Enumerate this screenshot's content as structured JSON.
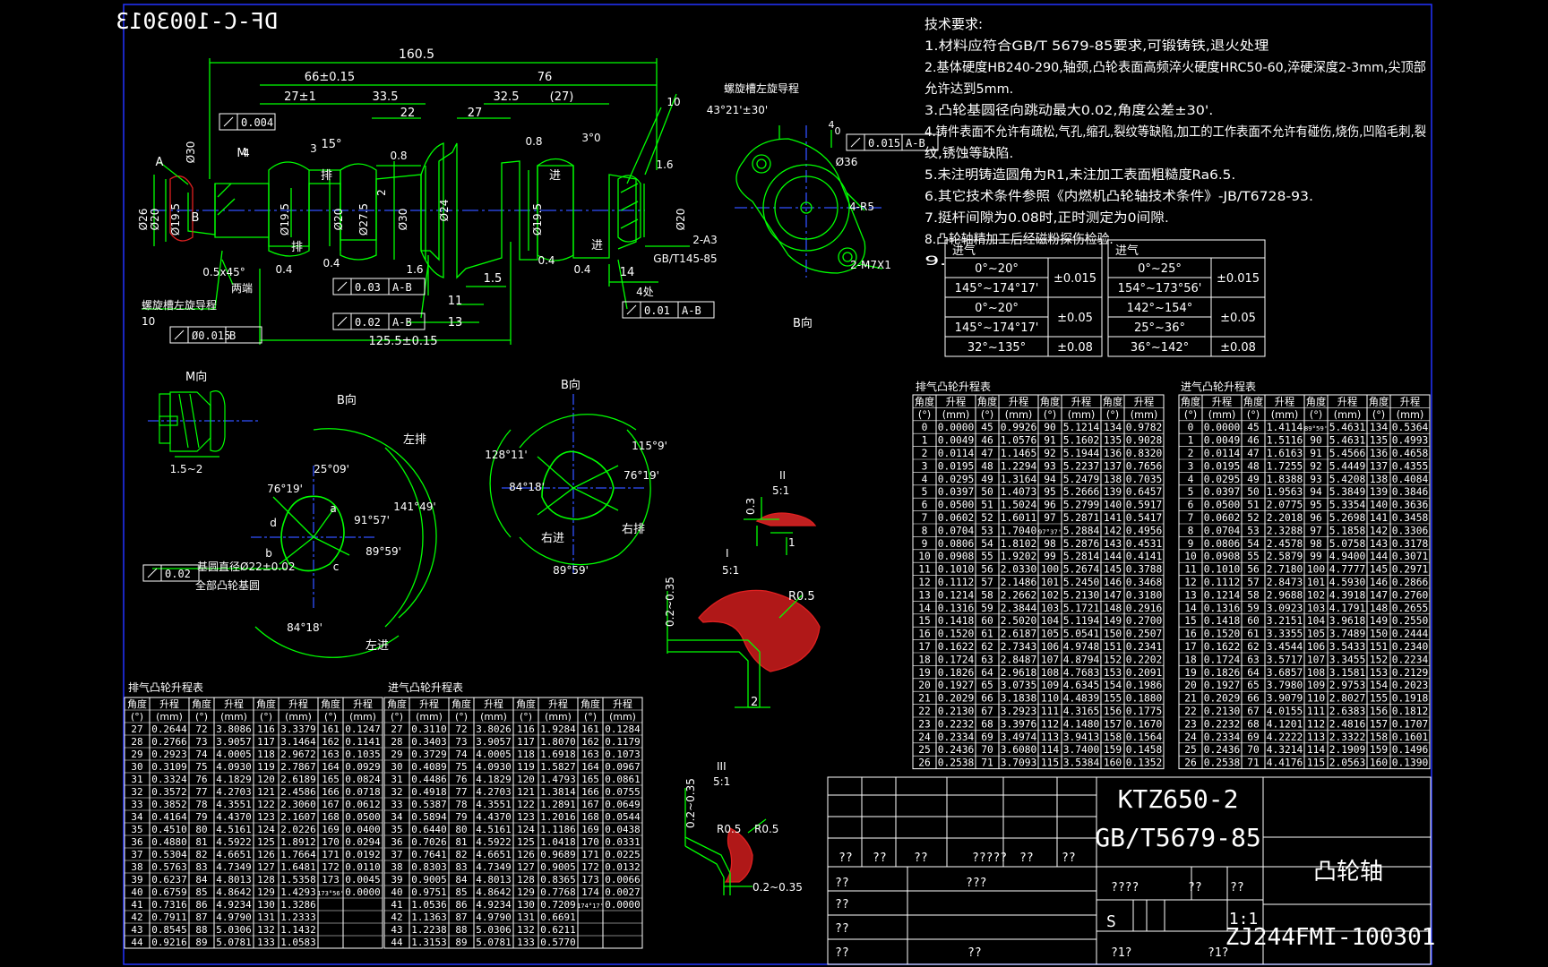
{
  "colors": {
    "background": "#000000",
    "frame": "#2233ff",
    "lines": "#00ff00",
    "text": "#ffffff",
    "section": "#e02020",
    "center": "#3050ff"
  },
  "drawing_number_top": "DF-C-1003013",
  "dims": {
    "d160": "160.5",
    "d66": "66±0.15",
    "d76": "76",
    "d27": "27±1",
    "d33": "33.5",
    "d32": "32.5",
    "d27p": "(27)",
    "d22": "22",
    "d27b": "27",
    "d125": "125.5±0.15",
    "d13": "13",
    "d11": "11",
    "d14": "14",
    "d1_5": "1.5",
    "d26": "Ø26",
    "d20": "Ø20",
    "d19": "Ø19.5",
    "d24": "Ø24",
    "d30": "Ø30",
    "d275": "Ø27.5",
    "d2": "2",
    "d0_4": "0.4",
    "d1_6": "1.6",
    "d15": "15°",
    "d0_5x45": "0.5x45°",
    "d3": "3",
    "d4": "4",
    "d0_8": "0.8",
    "d30b": "Ø30",
    "d10": "10",
    "d2a3": "2-A3",
    "d4r5": "4-R5",
    "d2m7": "2-M7X1",
    "d36": "Ø36",
    "d4chu": "4处",
    "ang43": "43°21'±30'",
    "d0pt": "0",
    "d1_5b": "1.5~2",
    "gbt": "GB/T145-85",
    "d4b": "4",
    "d3b": "3°0",
    "d16b": "1.6",
    "d1_6c": "1.6",
    "dA": "A",
    "dB": "B",
    "dM": "M"
  },
  "labels": {
    "helix_right": "螺旋槽左旋导程",
    "helix_left": "螺旋槽左旋导程",
    "liang": "两端",
    "lead10": "10",
    "lead10b": "10",
    "pai1": "排",
    "pai2": "排",
    "jin1": "进",
    "jin2": "进",
    "bview": "B向",
    "mview": "M向",
    "bview2": "B向",
    "bview3": "B向",
    "zuopai": "左排",
    "zuojin": "左进",
    "youjin": "右进",
    "youpai": "右排",
    "base_circle": "基圆直径Ø22±0.02",
    "all_cam": "全部凸轮基圆",
    "tol002": "0.02",
    "ii": "II",
    "ii_s": "5:1",
    "i": "I",
    "i_s": "5:1",
    "iii": "III",
    "iii_s": "5:1",
    "d03": "0.3",
    "d1": "1",
    "r05": "R0.5",
    "d02035": "0.2~0.35",
    "d2c": "2",
    "r05a": "R0.5",
    "r05b": "R0.5",
    "d02035b": "0.2~0.35",
    "d02035c": "0.2~0.35"
  },
  "angles": {
    "a25": "25°09'",
    "a76": "76°19'",
    "a91": "91°57'",
    "a89": "89°59'",
    "a141": "141°49'",
    "a84": "84°18'",
    "b128": "128°11'",
    "b115": "115°9'",
    "b84": "84°18'",
    "b76": "76°19'",
    "b89": "89°59'",
    "lb_a": "a",
    "lb_b": "b",
    "lb_c": "c",
    "lb_d": "d"
  },
  "fcf": {
    "f1_val": "0.004",
    "f2_val": "0.015",
    "f2_ref": "A-B",
    "f3_val": "0.03",
    "f3_ref": "A-B",
    "f4_val": "0.02",
    "f4_ref": "A-B",
    "f5_val": "0.01",
    "f5_ref": "A-B",
    "f6_val": "Ø0.015",
    "f6_ref": "B"
  },
  "tech_req": {
    "title": "技术要求:",
    "items": [
      "1.材料应符合GB/T 5679-85要求,可锻铸铁,退火处理",
      "2.基体硬度HB240-290,轴颈,凸轮表面高频淬火硬度HRC50-60,淬硬深度2-3mm,尖顶部",
      "允许达到5mm.",
      "3.凸轮基圆径向跳动最大0.02,角度公差±30'.",
      "4.铸件表面不允许有疏松,气孔,缩孔,裂纹等缺陷,加工的工作表面不允许有碰伤,烧伤,凹陷毛刺,裂",
      "纹,锈蚀等缺陷.",
      "5.未注明铸造圆角为R1,未注加工表面粗糙度Ra6.5.",
      "6.其它技术条件参照《内燃机凸轮轴技术条件》-JB/T6728-93.",
      "7.挺杆间隙为0.08时,正时测定为0间隙.",
      "8.凸轮轴精加工后经磁粉探伤检验.",
      "9."
    ]
  },
  "tol_tables": [
    {
      "title": "进气",
      "rows": [
        [
          "0°~20°",
          "±0.015"
        ],
        [
          "145°~174°17'",
          ""
        ],
        [
          "0°~20°",
          "±0.05"
        ],
        [
          "145°~174°17'",
          ""
        ],
        [
          "32°~135°",
          "±0.08"
        ]
      ]
    },
    {
      "title": "进气",
      "rows": [
        [
          "0°~25°",
          "±0.015"
        ],
        [
          "154°~173°56'",
          ""
        ],
        [
          "142°~154°",
          "±0.05"
        ],
        [
          "25°~36°",
          ""
        ],
        [
          "36°~142°",
          "±0.08"
        ]
      ]
    }
  ],
  "lift_header": [
    "角度",
    "升程",
    "角度",
    "升程",
    "角度",
    "升程",
    "角度",
    "升程"
  ],
  "lift_units": [
    "(°)",
    "(mm)",
    "(°)",
    "(mm)",
    "(°)",
    "(mm)",
    "(°)",
    "(mm)"
  ],
  "lift_tables": [
    {
      "title": "排气凸轮升程表",
      "rows": [
        [
          "0",
          "0.0000",
          "45",
          "0.9926",
          "90",
          "5.1214",
          "134",
          "0.9782"
        ],
        [
          "1",
          "0.0049",
          "46",
          "1.0576",
          "91",
          "5.1602",
          "135",
          "0.9028"
        ],
        [
          "2",
          "0.0114",
          "47",
          "1.1465",
          "92",
          "5.1944",
          "136",
          "0.8320"
        ],
        [
          "3",
          "0.0195",
          "48",
          "1.2294",
          "93",
          "5.2237",
          "137",
          "0.7656"
        ],
        [
          "4",
          "0.0295",
          "49",
          "1.3164",
          "94",
          "5.2479",
          "138",
          "0.7035"
        ],
        [
          "5",
          "0.0397",
          "50",
          "1.4073",
          "95",
          "5.2666",
          "139",
          "0.6457"
        ],
        [
          "6",
          "0.0500",
          "51",
          "1.5024",
          "96",
          "5.2799",
          "140",
          "0.5917"
        ],
        [
          "7",
          "0.0602",
          "52",
          "1.6011",
          "97",
          "5.2871",
          "141",
          "0.5417"
        ],
        [
          "8",
          "0.0704",
          "53",
          "1.7040",
          "97°37'",
          "5.2884",
          "142",
          "0.4956"
        ],
        [
          "9",
          "0.0806",
          "54",
          "1.8102",
          "98",
          "5.2876",
          "143",
          "0.4531"
        ],
        [
          "10",
          "0.0908",
          "55",
          "1.9202",
          "99",
          "5.2814",
          "144",
          "0.4141"
        ],
        [
          "11",
          "0.1010",
          "56",
          "2.0330",
          "100",
          "5.2674",
          "145",
          "0.3788"
        ],
        [
          "12",
          "0.1112",
          "57",
          "2.1486",
          "101",
          "5.2450",
          "146",
          "0.3468"
        ],
        [
          "13",
          "0.1214",
          "58",
          "2.2662",
          "102",
          "5.2130",
          "147",
          "0.3180"
        ],
        [
          "14",
          "0.1316",
          "59",
          "2.3844",
          "103",
          "5.1721",
          "148",
          "0.2916"
        ],
        [
          "15",
          "0.1418",
          "60",
          "2.5020",
          "104",
          "5.1194",
          "149",
          "0.2700"
        ],
        [
          "16",
          "0.1520",
          "61",
          "2.6187",
          "105",
          "5.0541",
          "150",
          "0.2507"
        ],
        [
          "17",
          "0.1622",
          "62",
          "2.7343",
          "106",
          "4.9748",
          "151",
          "0.2341"
        ],
        [
          "18",
          "0.1724",
          "63",
          "2.8487",
          "107",
          "4.8794",
          "152",
          "0.2202"
        ],
        [
          "19",
          "0.1826",
          "64",
          "2.9618",
          "108",
          "4.7683",
          "153",
          "0.2091"
        ],
        [
          "20",
          "0.1927",
          "65",
          "3.0735",
          "109",
          "4.6345",
          "154",
          "0.1986"
        ],
        [
          "21",
          "0.2029",
          "66",
          "3.1838",
          "110",
          "4.4839",
          "155",
          "0.1880"
        ],
        [
          "22",
          "0.2130",
          "67",
          "3.2923",
          "111",
          "4.3165",
          "156",
          "0.1775"
        ],
        [
          "23",
          "0.2232",
          "68",
          "3.3976",
          "112",
          "4.1480",
          "157",
          "0.1670"
        ],
        [
          "24",
          "0.2334",
          "69",
          "3.4974",
          "113",
          "3.9413",
          "158",
          "0.1564"
        ],
        [
          "25",
          "0.2436",
          "70",
          "3.6080",
          "114",
          "3.7400",
          "159",
          "0.1458"
        ],
        [
          "26",
          "0.2538",
          "71",
          "3.7093",
          "115",
          "3.5384",
          "160",
          "0.1352"
        ]
      ]
    },
    {
      "title": "进气凸轮升程表",
      "rows": [
        [
          "0",
          "0.0000",
          "45",
          "1.4114",
          "89°59'",
          "5.4631",
          "134",
          "0.5364"
        ],
        [
          "1",
          "0.0049",
          "46",
          "1.5116",
          "90",
          "5.4631",
          "135",
          "0.4993"
        ],
        [
          "2",
          "0.0114",
          "47",
          "1.6163",
          "91",
          "5.4566",
          "136",
          "0.4658"
        ],
        [
          "3",
          "0.0195",
          "48",
          "1.7255",
          "92",
          "5.4449",
          "137",
          "0.4355"
        ],
        [
          "4",
          "0.0295",
          "49",
          "1.8388",
          "93",
          "5.4208",
          "138",
          "0.4084"
        ],
        [
          "5",
          "0.0397",
          "50",
          "1.9563",
          "94",
          "5.3849",
          "139",
          "0.3846"
        ],
        [
          "6",
          "0.0500",
          "51",
          "2.0775",
          "95",
          "5.3354",
          "140",
          "0.3636"
        ],
        [
          "7",
          "0.0602",
          "52",
          "2.2018",
          "96",
          "5.2698",
          "141",
          "0.3458"
        ],
        [
          "8",
          "0.0704",
          "53",
          "2.3288",
          "97",
          "5.1858",
          "142",
          "0.3306"
        ],
        [
          "9",
          "0.0806",
          "54",
          "2.4578",
          "98",
          "5.0758",
          "143",
          "0.3178"
        ],
        [
          "10",
          "0.0908",
          "55",
          "2.5879",
          "99",
          "4.9400",
          "144",
          "0.3071"
        ],
        [
          "11",
          "0.1010",
          "56",
          "2.7180",
          "100",
          "4.7777",
          "145",
          "0.2971"
        ],
        [
          "12",
          "0.1112",
          "57",
          "2.8473",
          "101",
          "4.5930",
          "146",
          "0.2866"
        ],
        [
          "13",
          "0.1214",
          "58",
          "2.9688",
          "102",
          "4.3918",
          "147",
          "0.2760"
        ],
        [
          "14",
          "0.1316",
          "59",
          "3.0923",
          "103",
          "4.1791",
          "148",
          "0.2655"
        ],
        [
          "15",
          "0.1418",
          "60",
          "3.2151",
          "104",
          "3.9618",
          "149",
          "0.2550"
        ],
        [
          "16",
          "0.1520",
          "61",
          "3.3355",
          "105",
          "3.7489",
          "150",
          "0.2444"
        ],
        [
          "17",
          "0.1622",
          "62",
          "3.4544",
          "106",
          "3.5433",
          "151",
          "0.2340"
        ],
        [
          "18",
          "0.1724",
          "63",
          "3.5717",
          "107",
          "3.3455",
          "152",
          "0.2234"
        ],
        [
          "19",
          "0.1826",
          "64",
          "3.6857",
          "108",
          "3.1581",
          "153",
          "0.2129"
        ],
        [
          "20",
          "0.1927",
          "65",
          "3.7980",
          "109",
          "2.9753",
          "154",
          "0.2023"
        ],
        [
          "21",
          "0.2029",
          "66",
          "3.9079",
          "110",
          "2.8027",
          "155",
          "0.1918"
        ],
        [
          "22",
          "0.2130",
          "67",
          "4.0155",
          "111",
          "2.6383",
          "156",
          "0.1812"
        ],
        [
          "23",
          "0.2232",
          "68",
          "4.1201",
          "112",
          "2.4816",
          "157",
          "0.1707"
        ],
        [
          "24",
          "0.2334",
          "69",
          "4.2222",
          "113",
          "2.3322",
          "158",
          "0.1601"
        ],
        [
          "25",
          "0.2436",
          "70",
          "4.3214",
          "114",
          "2.1909",
          "159",
          "0.1496"
        ],
        [
          "26",
          "0.2538",
          "71",
          "4.4176",
          "115",
          "2.0563",
          "160",
          "0.1390"
        ]
      ]
    },
    {
      "title": "排气凸轮升程表",
      "rows": [
        [
          "27",
          "0.2644",
          "72",
          "3.8086",
          "116",
          "3.3379",
          "161",
          "0.1247"
        ],
        [
          "28",
          "0.2766",
          "73",
          "3.9057",
          "117",
          "3.1464",
          "162",
          "0.1141"
        ],
        [
          "29",
          "0.2923",
          "74",
          "4.0005",
          "118",
          "2.9672",
          "163",
          "0.1035"
        ],
        [
          "30",
          "0.3109",
          "75",
          "4.0930",
          "119",
          "2.7867",
          "164",
          "0.0929"
        ],
        [
          "31",
          "0.3324",
          "76",
          "4.1829",
          "120",
          "2.6189",
          "165",
          "0.0824"
        ],
        [
          "32",
          "0.3572",
          "77",
          "4.2703",
          "121",
          "2.4586",
          "166",
          "0.0718"
        ],
        [
          "33",
          "0.3852",
          "78",
          "4.3551",
          "122",
          "2.3060",
          "167",
          "0.0612"
        ],
        [
          "34",
          "0.4164",
          "79",
          "4.4370",
          "123",
          "2.1607",
          "168",
          "0.0500"
        ],
        [
          "35",
          "0.4510",
          "80",
          "4.5161",
          "124",
          "2.0226",
          "169",
          "0.0400"
        ],
        [
          "36",
          "0.4880",
          "81",
          "4.5922",
          "125",
          "1.8912",
          "170",
          "0.0294"
        ],
        [
          "37",
          "0.5304",
          "82",
          "4.6651",
          "126",
          "1.7664",
          "171",
          "0.0192"
        ],
        [
          "38",
          "0.5763",
          "83",
          "4.7349",
          "127",
          "1.6481",
          "172",
          "0.0110"
        ],
        [
          "39",
          "0.6237",
          "84",
          "4.8013",
          "128",
          "1.5358",
          "173",
          "0.0045"
        ],
        [
          "40",
          "0.6759",
          "85",
          "4.8642",
          "129",
          "1.4293",
          "173°56'",
          "0.0000"
        ],
        [
          "41",
          "0.7316",
          "86",
          "4.9234",
          "130",
          "1.3286",
          "",
          ""
        ],
        [
          "42",
          "0.7911",
          "87",
          "4.9790",
          "131",
          "1.2333",
          "",
          ""
        ],
        [
          "43",
          "0.8545",
          "88",
          "5.0306",
          "132",
          "1.1432",
          "",
          ""
        ],
        [
          "44",
          "0.9216",
          "89",
          "5.0781",
          "133",
          "1.0583",
          "",
          ""
        ]
      ]
    },
    {
      "title": "进气凸轮升程表",
      "rows": [
        [
          "27",
          "0.3110",
          "72",
          "3.8026",
          "116",
          "1.9284",
          "161",
          "0.1284"
        ],
        [
          "28",
          "0.3403",
          "73",
          "3.9057",
          "117",
          "1.8070",
          "162",
          "0.1179"
        ],
        [
          "29",
          "0.3729",
          "74",
          "4.0005",
          "118",
          "1.6918",
          "163",
          "0.1073"
        ],
        [
          "30",
          "0.4089",
          "75",
          "4.0930",
          "119",
          "1.5827",
          "164",
          "0.0967"
        ],
        [
          "31",
          "0.4486",
          "76",
          "4.1829",
          "120",
          "1.4793",
          "165",
          "0.0861"
        ],
        [
          "32",
          "0.4918",
          "77",
          "4.2703",
          "121",
          "1.3814",
          "166",
          "0.0755"
        ],
        [
          "33",
          "0.5387",
          "78",
          "4.3551",
          "122",
          "1.2891",
          "167",
          "0.0649"
        ],
        [
          "34",
          "0.5894",
          "79",
          "4.4370",
          "123",
          "1.2016",
          "168",
          "0.0544"
        ],
        [
          "35",
          "0.6440",
          "80",
          "4.5161",
          "124",
          "1.1186",
          "169",
          "0.0438"
        ],
        [
          "36",
          "0.7026",
          "81",
          "4.5922",
          "125",
          "1.0418",
          "170",
          "0.0331"
        ],
        [
          "37",
          "0.7641",
          "82",
          "4.6651",
          "126",
          "0.9689",
          "171",
          "0.0225"
        ],
        [
          "38",
          "0.8303",
          "83",
          "4.7349",
          "127",
          "0.9005",
          "172",
          "0.0132"
        ],
        [
          "39",
          "0.9005",
          "84",
          "4.8013",
          "128",
          "0.8365",
          "173",
          "0.0066"
        ],
        [
          "40",
          "0.9751",
          "85",
          "4.8642",
          "129",
          "0.7768",
          "174",
          "0.0027"
        ],
        [
          "41",
          "1.0536",
          "86",
          "4.9234",
          "130",
          "0.7209",
          "174°17'",
          "0.0000"
        ],
        [
          "42",
          "1.1363",
          "87",
          "4.9790",
          "131",
          "0.6691",
          "",
          ""
        ],
        [
          "43",
          "1.2238",
          "88",
          "5.0306",
          "132",
          "0.6211",
          "",
          ""
        ],
        [
          "44",
          "1.3153",
          "89",
          "5.0781",
          "133",
          "0.5770",
          "",
          ""
        ]
      ]
    }
  ],
  "title_block": {
    "material_1": "KTZ650-2",
    "material_2": "GB/T5679-85",
    "part_name": "凸轮轴",
    "drawing_no": "ZJ244FMI-100301",
    "scale": "1:1",
    "row_marks": [
      "??",
      "??",
      "??",
      "?????",
      "??",
      "??"
    ],
    "left_marks": [
      "??",
      "??",
      "??",
      "??"
    ],
    "mid_marks": [
      "???",
      "??"
    ],
    "right_marks": [
      "????",
      "??",
      "??"
    ],
    "bottom_marks": [
      "?1?",
      "?1?"
    ],
    "s_mark": "S"
  }
}
